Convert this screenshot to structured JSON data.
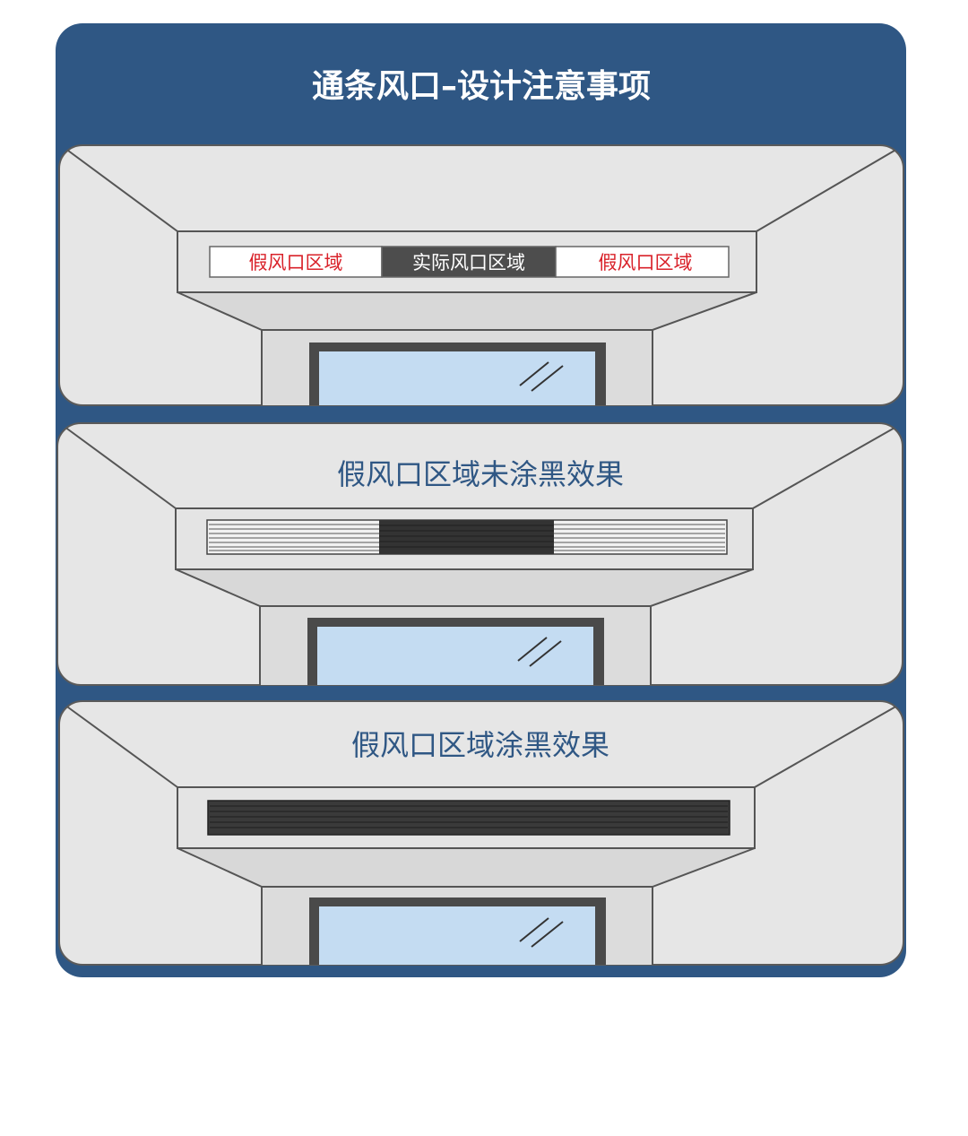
{
  "page": {
    "title": "通条风口–设计注意事项"
  },
  "panel1": {
    "zone_left": "假风口区域",
    "zone_center": "实际风口区域",
    "zone_right": "假风口区域"
  },
  "panel2": {
    "caption": "假风口区域未涂黑效果"
  },
  "panel3": {
    "caption": "假风口区域涂黑效果"
  },
  "colors": {
    "frame_blue": "#2f5784",
    "panel_gray": "#e6e6e6",
    "fake_zone_text": "#d9222a",
    "real_zone_fill": "#4d4d4d",
    "glass": "#c4dcf2"
  }
}
